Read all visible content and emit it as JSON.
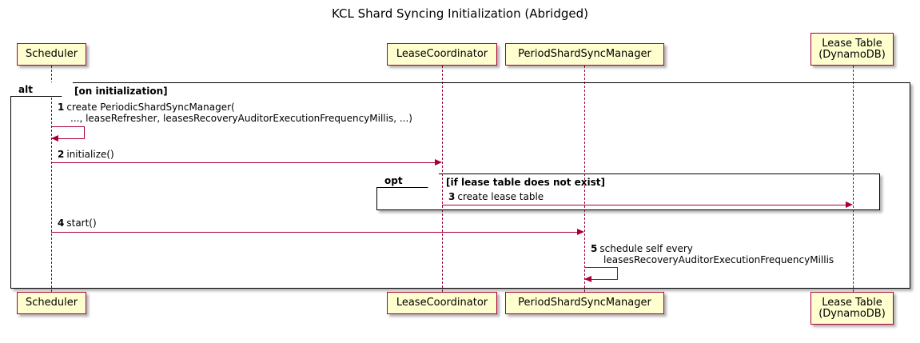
{
  "diagram": {
    "title": "KCL Shard Syncing Initialization (Abridged)",
    "type": "uml-sequence-diagram",
    "colors": {
      "participant_fill": "#FEFECE",
      "participant_border": "#A80036",
      "lifeline": "#A80036",
      "arrow": "#A80036",
      "fragment_border": "#000000",
      "background": "#FFFFFF",
      "text": "#000000"
    }
  },
  "participants": [
    {
      "id": "scheduler",
      "label_line1": "Scheduler",
      "label_line2": ""
    },
    {
      "id": "lease-coordinator",
      "label_line1": "LeaseCoordinator",
      "label_line2": ""
    },
    {
      "id": "period-shard-sync-manager",
      "label_line1": "PeriodShardSyncManager",
      "label_line2": ""
    },
    {
      "id": "lease-table",
      "label_line1": "Lease Table",
      "label_line2": "(DynamoDB)"
    }
  ],
  "fragments": [
    {
      "id": "alt-on-initialization",
      "operator": "alt",
      "condition": "[on initialization]"
    },
    {
      "id": "opt-lease-table",
      "operator": "opt",
      "condition": "[if lease table does not exist]"
    }
  ],
  "messages": [
    {
      "seq": "1",
      "from": "scheduler",
      "to": "scheduler",
      "kind": "self",
      "text_line1": "create PeriodicShardSyncManager(",
      "text_line2": "..., leaseRefresher, leasesRecoveryAuditorExecutionFrequencyMillis, ...)"
    },
    {
      "seq": "2",
      "from": "scheduler",
      "to": "lease-coordinator",
      "kind": "sync",
      "text_line1": "initialize()",
      "text_line2": ""
    },
    {
      "seq": "3",
      "from": "lease-coordinator",
      "to": "lease-table",
      "kind": "sync",
      "text_line1": "create lease table",
      "text_line2": ""
    },
    {
      "seq": "4",
      "from": "scheduler",
      "to": "period-shard-sync-manager",
      "kind": "sync",
      "text_line1": "start()",
      "text_line2": ""
    },
    {
      "seq": "5",
      "from": "period-shard-sync-manager",
      "to": "period-shard-sync-manager",
      "kind": "self",
      "text_line1": "schedule self every",
      "text_line2": "leasesRecoveryAuditorExecutionFrequencyMillis"
    }
  ]
}
